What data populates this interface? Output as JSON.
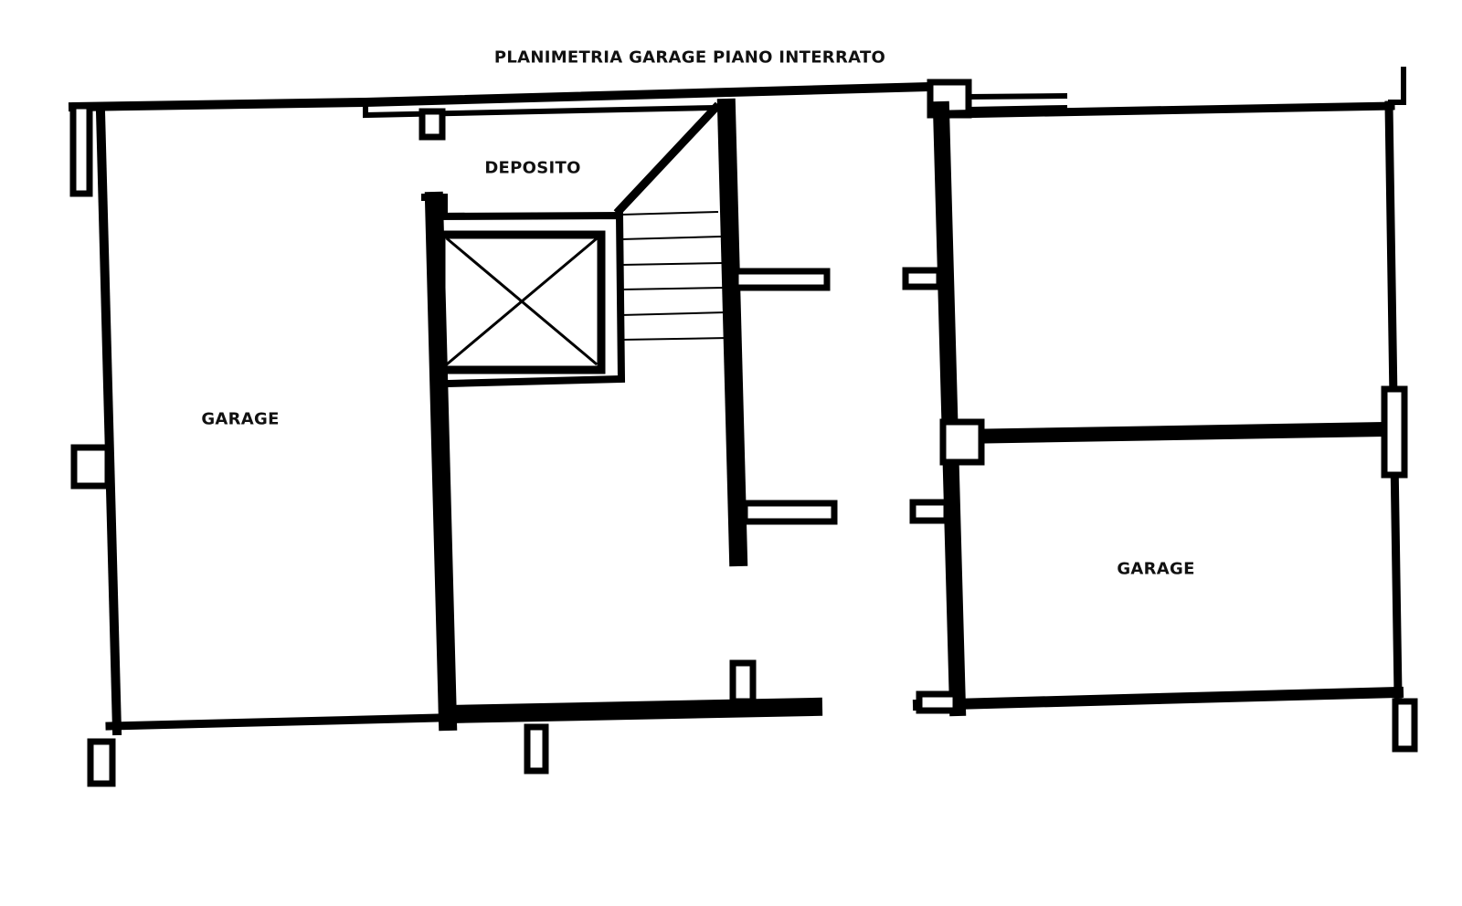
{
  "title": "PLANIMETRIA GARAGE PIANO INTERRATO",
  "rooms": [
    {
      "label": "DEPOSITO"
    },
    {
      "label": "GARAGE"
    },
    {
      "label": "GARAGE"
    }
  ],
  "colors": {
    "wall": "#000000",
    "background": "#ffffff"
  }
}
